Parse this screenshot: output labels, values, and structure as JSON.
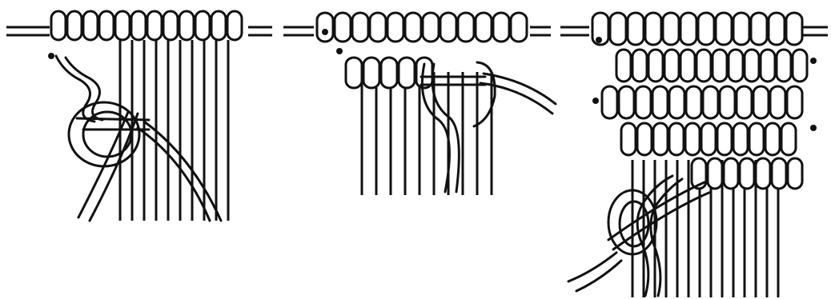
{
  "figure": {
    "background": "#ffffff",
    "ink_color": "#111111",
    "panels": [
      {
        "id": "panel-1",
        "knot_rows": 1,
        "loops_per_row": 12,
        "hanging_cords": 10,
        "pins": 1
      },
      {
        "id": "panel-2",
        "knot_rows": 2,
        "loops_per_row": 12,
        "hanging_cords": 10,
        "pins": 2
      },
      {
        "id": "panel-3",
        "knot_rows": 5,
        "loops_per_row": 12,
        "hanging_cords": 14,
        "pins": 4
      }
    ]
  }
}
